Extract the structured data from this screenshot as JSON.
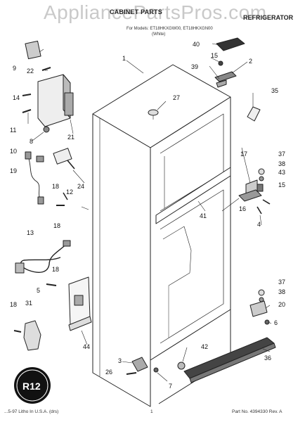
{
  "watermark": "AppliancePartsPros.com",
  "header": {
    "title": "CABINET PARTS",
    "title_right": "REFRIGERATOR",
    "subtitle": "For Models: ET18HKXGW00, ET18HKXGN00",
    "subtitle2": "(White)"
  },
  "footer": {
    "left": "...5-97 Litho In U.S.A. (drs)",
    "page": "1",
    "right": "Part No. 4394330 Rev. A"
  },
  "logo": {
    "text": "R12"
  },
  "callouts": {
    "c1": "1",
    "c2": "2",
    "c3": "3",
    "c4": "4",
    "c5": "5",
    "c6": "6",
    "c7": "7",
    "c8": "8",
    "c9": "9",
    "c10": "10",
    "c11": "11",
    "c12": "12",
    "c13": "13",
    "c14": "14",
    "c15a": "15",
    "c15b": "15",
    "c16": "16",
    "c17": "17",
    "c18a": "18",
    "c18b": "18",
    "c18c": "18",
    "c18d": "18",
    "c19": "19",
    "c20": "20",
    "c21": "21",
    "c22": "22",
    "c24": "24",
    "c26": "26",
    "c27": "27",
    "c31": "31",
    "c35": "35",
    "c36": "36",
    "c37a": "37",
    "c37b": "37",
    "c38a": "38",
    "c38b": "38",
    "c39": "39",
    "c40": "40",
    "c41": "41",
    "c42": "42",
    "c43": "43",
    "c44": "44"
  }
}
